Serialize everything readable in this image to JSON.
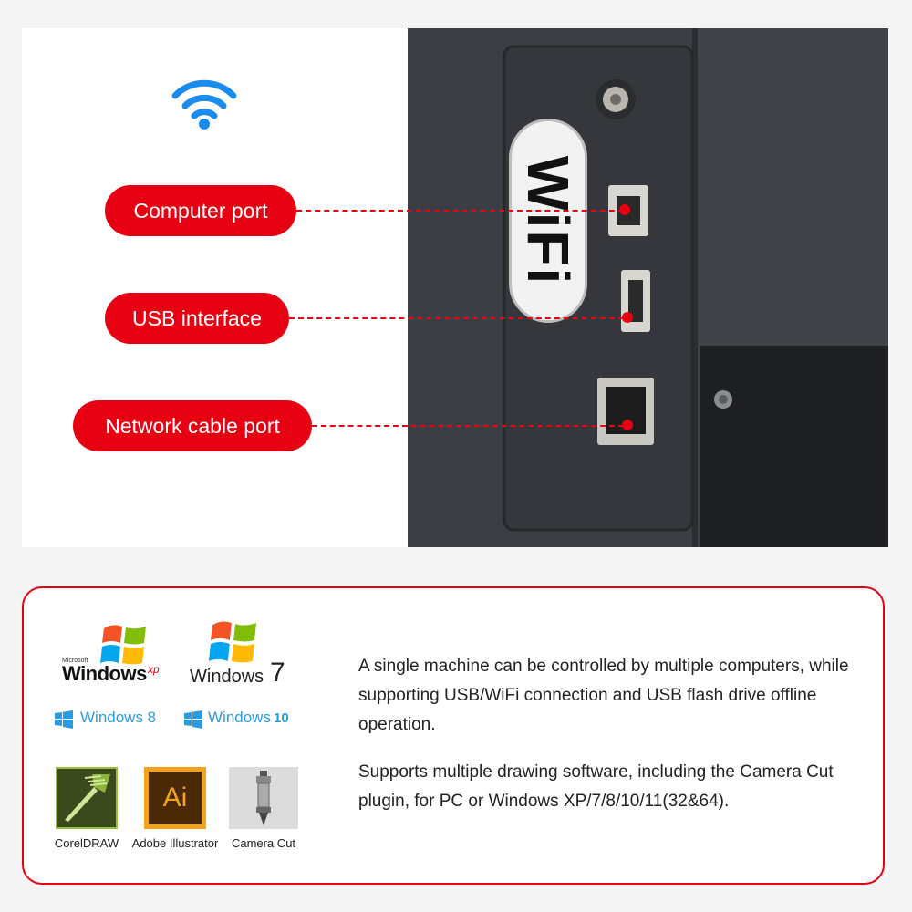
{
  "ports": [
    {
      "label": "Computer port"
    },
    {
      "label": "USB interface"
    },
    {
      "label": "Network cable port"
    }
  ],
  "machine": {
    "badge_text": "WiFi"
  },
  "os_logos": {
    "xp_brand": "Microsoft",
    "xp_name": "Windows",
    "xp_suffix": "xp",
    "win7_name": "Windows",
    "win7_suffix": "7",
    "win8": "Windows 8",
    "win10_name": "Windows",
    "win10_suffix": "10"
  },
  "software": [
    {
      "name": "CorelDRAW",
      "icon": "coreldraw-icon"
    },
    {
      "name": "Adobe Illustrator",
      "icon": "illustrator-icon",
      "icon_text": "Ai"
    },
    {
      "name": "Camera Cut",
      "icon": "camera-cut-icon"
    }
  ],
  "description": {
    "p1_lines": [
      "A single machine can be controlled by multiple computers, while",
      "supporting USB/WiFi connection and USB flash drive offline",
      "operation."
    ],
    "p2_lines": [
      "Supports multiple drawing software, including the Camera Cut",
      "plugin, for PC or Windows XP/7/8/10/11(32&64)."
    ]
  },
  "colors": {
    "accent": "#e60012",
    "wifi_blue": "#1a8cf0",
    "machine_dark": "#3b3e44"
  }
}
